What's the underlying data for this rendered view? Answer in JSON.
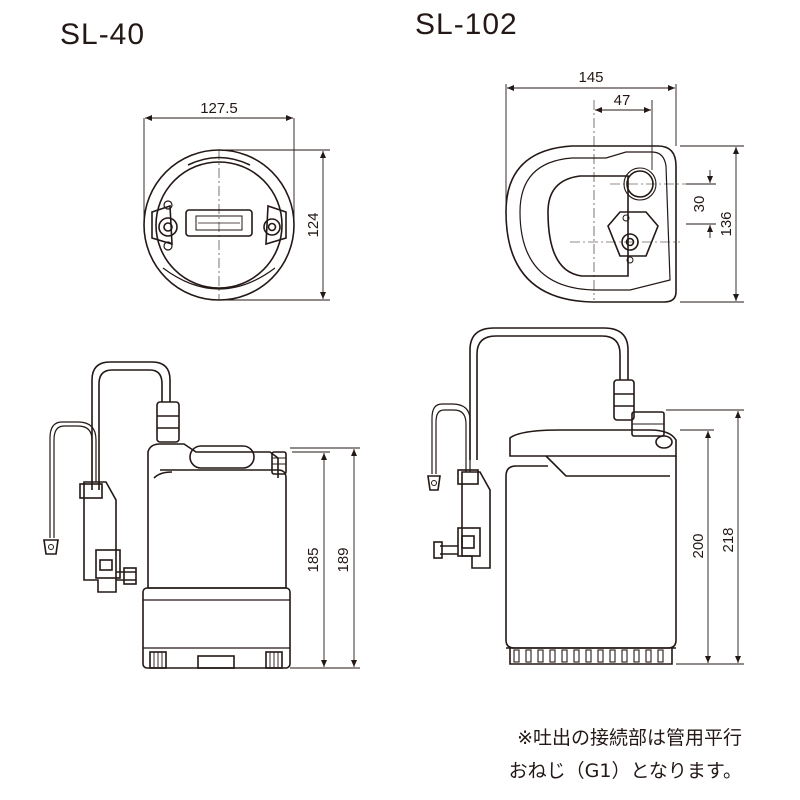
{
  "models": [
    {
      "name": "SL-40",
      "dims": {
        "width": "127.5",
        "depth": "124",
        "height_inner": "185",
        "height_total": "189"
      }
    },
    {
      "name": "SL-102",
      "dims": {
        "width": "145",
        "offset": "47",
        "outlet": "30",
        "depth": "136",
        "height_inner": "200",
        "height_total": "218"
      }
    }
  ],
  "note": {
    "line1": "※吐出の接続部は管用平行",
    "line2": "おねじ（G1）となります。"
  }
}
